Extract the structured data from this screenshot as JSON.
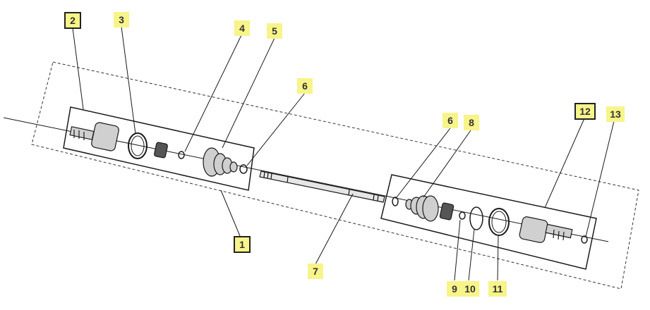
{
  "diagram": {
    "callouts": {
      "c1": "1",
      "c2": "2",
      "c3": "3",
      "c4": "4",
      "c5": "5",
      "c6a": "6",
      "c6b": "6",
      "c7": "7",
      "c8": "8",
      "c9": "9",
      "c10": "10",
      "c11": "11",
      "c12": "12",
      "c13": "13"
    },
    "colors": {
      "line": "#1a1a1a",
      "callout_bg": "#f7f48a",
      "part_fill": "#bfbfbf"
    }
  }
}
